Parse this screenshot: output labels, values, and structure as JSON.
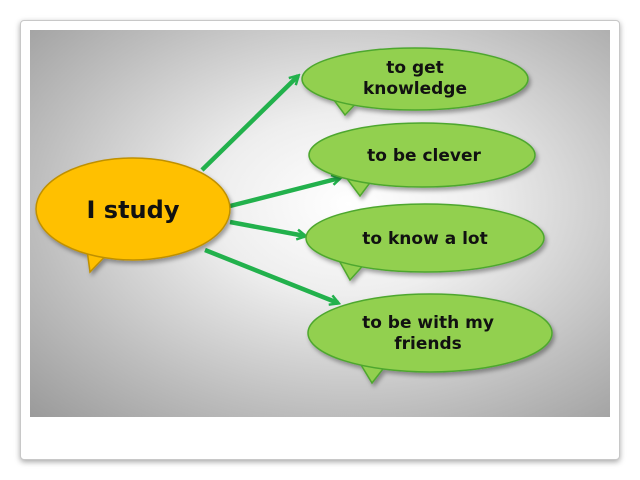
{
  "diagram": {
    "center": {
      "text": "I study",
      "color": "#ffc000"
    },
    "branches": [
      {
        "text": "to get knowledge"
      },
      {
        "text": "to be clever"
      },
      {
        "text": "to know a lot"
      },
      {
        "text": "to be with my friends"
      }
    ],
    "colors": {
      "bubble_fill": "#92d050",
      "bubble_stroke": "#4ea72e",
      "arrow": "#22b14c"
    }
  }
}
